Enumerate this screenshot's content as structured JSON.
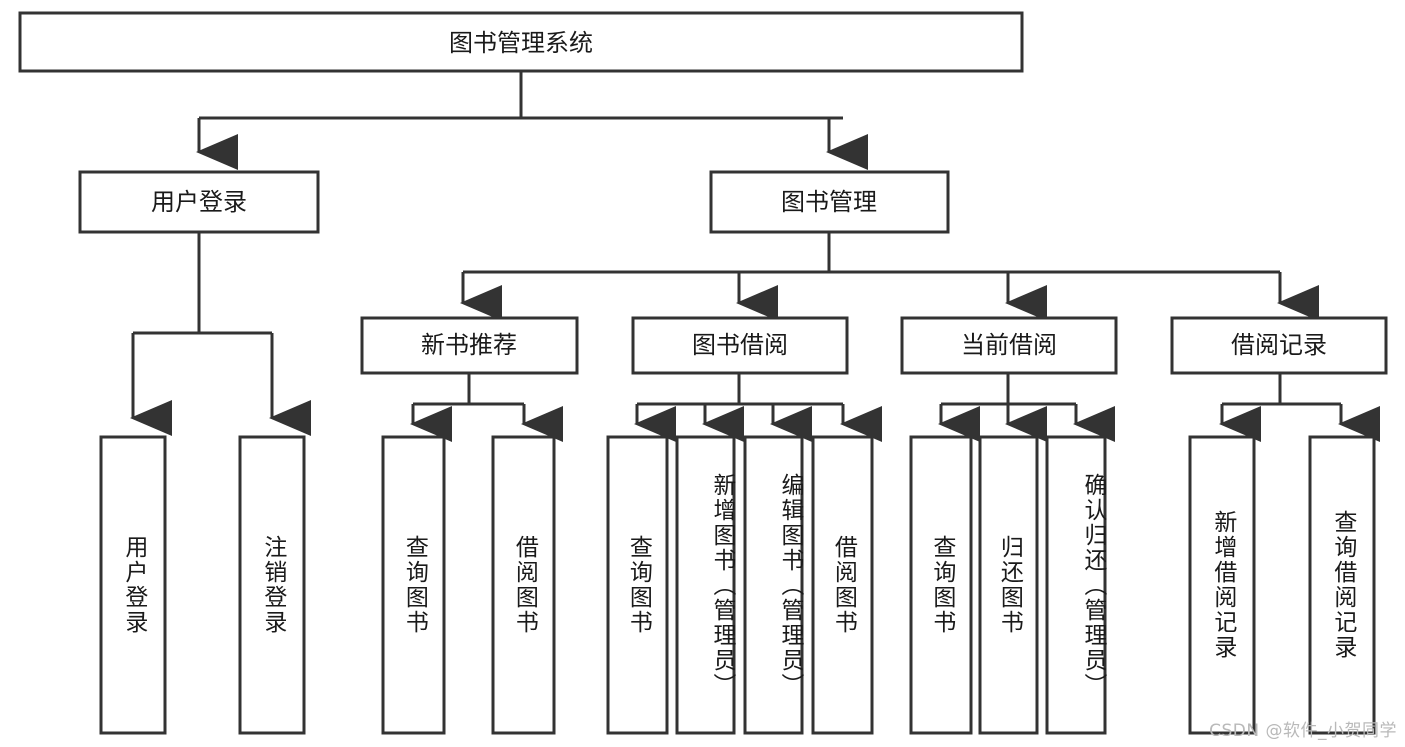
{
  "diagram": {
    "title": "图书管理系统",
    "watermark": "CSDN @软件_小贺同学",
    "type": "tree-hierarchy",
    "orientation": "top-down",
    "root": {
      "id": "root",
      "label": "图书管理系统"
    },
    "level2": [
      {
        "id": "user-login",
        "label": "用户登录"
      },
      {
        "id": "book-manage",
        "label": "图书管理"
      }
    ],
    "level3": [
      {
        "id": "new-book-recommend",
        "label": "新书推荐",
        "parent": "book-manage"
      },
      {
        "id": "book-borrow",
        "label": "图书借阅",
        "parent": "book-manage"
      },
      {
        "id": "current-borrow",
        "label": "当前借阅",
        "parent": "book-manage"
      },
      {
        "id": "borrow-record",
        "label": "借阅记录",
        "parent": "book-manage"
      }
    ],
    "leaves": [
      {
        "id": "leaf-user-login",
        "label": "用户登录",
        "parent": "user-login"
      },
      {
        "id": "leaf-user-logout",
        "label": "注销登录",
        "parent": "user-login"
      },
      {
        "id": "leaf-query-book-1",
        "label": "查询图书",
        "parent": "new-book-recommend"
      },
      {
        "id": "leaf-borrow-book-1",
        "label": "借阅图书",
        "parent": "new-book-recommend"
      },
      {
        "id": "leaf-query-book-2",
        "label": "查询图书",
        "parent": "book-borrow"
      },
      {
        "id": "leaf-add-book",
        "label": "新增图书（管理员）",
        "parent": "book-borrow"
      },
      {
        "id": "leaf-edit-book",
        "label": "编辑图书（管理员）",
        "parent": "book-borrow"
      },
      {
        "id": "leaf-borrow-book-2",
        "label": "借阅图书",
        "parent": "book-borrow"
      },
      {
        "id": "leaf-query-book-3",
        "label": "查询图书",
        "parent": "current-borrow"
      },
      {
        "id": "leaf-return-book",
        "label": "归还图书",
        "parent": "current-borrow"
      },
      {
        "id": "leaf-confirm-return",
        "label": "确认归还（管理员）",
        "parent": "current-borrow"
      },
      {
        "id": "leaf-add-record",
        "label": "新增借阅记录",
        "parent": "borrow-record"
      },
      {
        "id": "leaf-query-record",
        "label": "查询借阅记录",
        "parent": "borrow-record"
      }
    ],
    "colors": {
      "stroke": "#333333",
      "fill": "#ffffff",
      "text": "#1a1a1a",
      "watermark": "#b9b9b9",
      "background": "#ffffff"
    }
  }
}
